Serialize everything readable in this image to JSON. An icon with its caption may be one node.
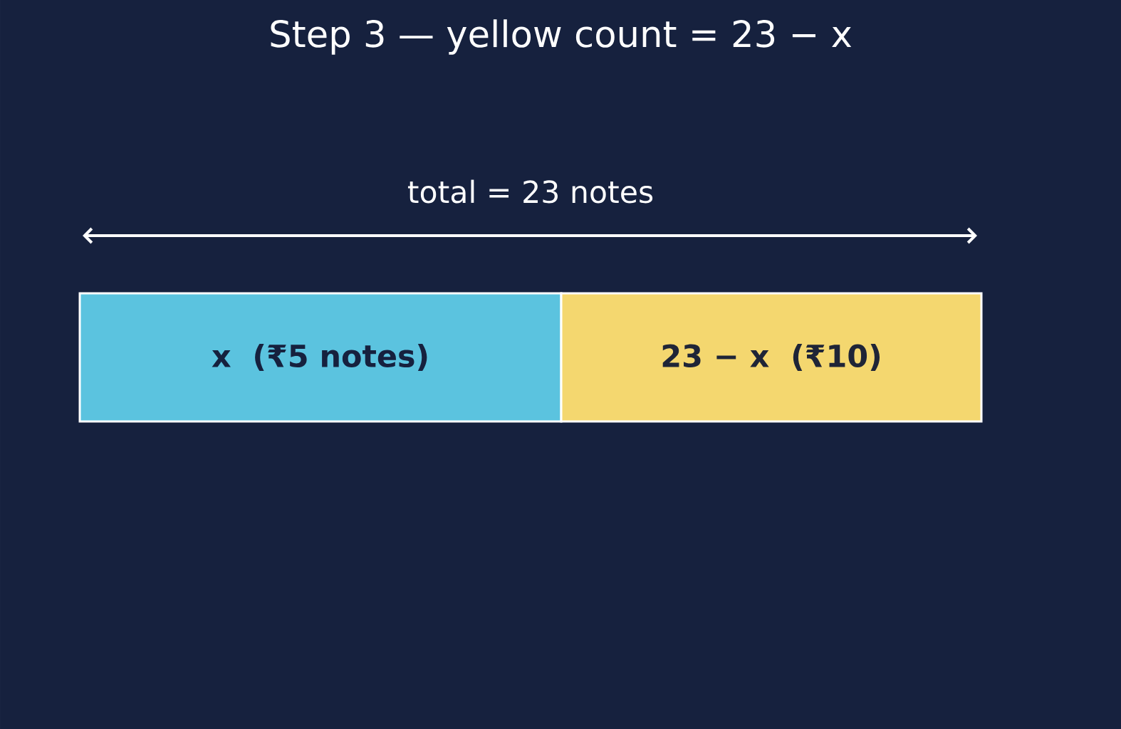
{
  "diagram": {
    "title": "Step 3 — yellow count = 23 − x",
    "nodes": [
      {
        "text": [
          "x  (₹5 notes)"
        ]
      },
      {
        "text": [
          "23 − x  (₹10)"
        ]
      }
    ],
    "labels": [
      "total = 23 notes"
    ]
  }
}
